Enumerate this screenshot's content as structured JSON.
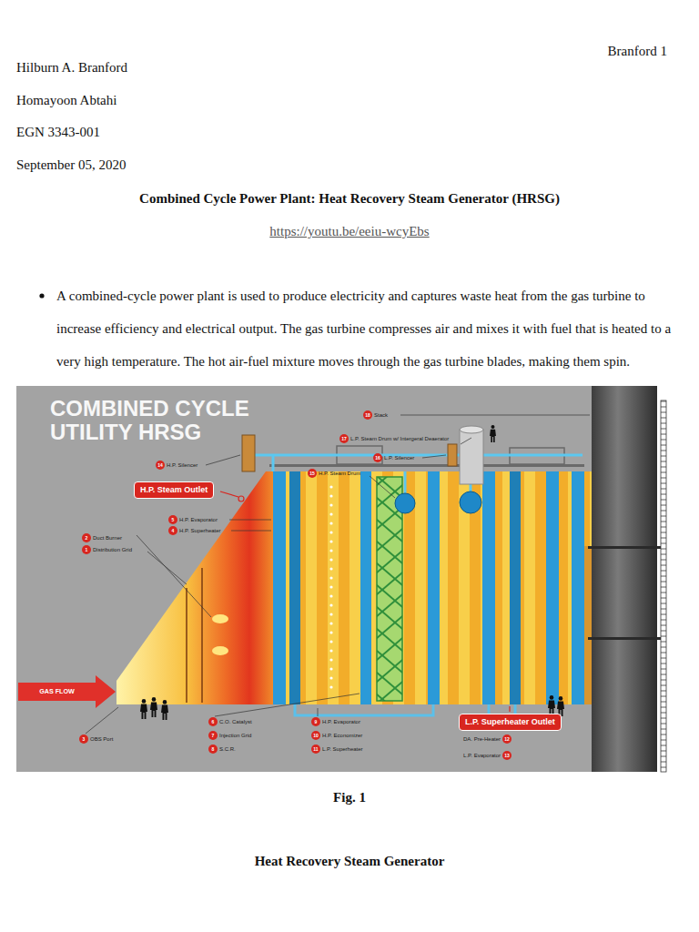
{
  "diagram": {
    "title": "Combined Cycle Power Plant: Heat Recovery Steam Generator (HRSG)",
    "caption": "Fig. 1",
    "nodes": [
      {
        "text": [
          "H.P. Steam Outlet"
        ]
      },
      {
        "text": [
          "GAS FLOW"
        ]
      },
      {
        "text": [
          "L.P. Superheater Outlet"
        ]
      }
    ],
    "labels": [
      "Branford 1",
      "Hilburn A. Branford",
      "Homayoon Abtahi",
      "EGN 3343-001",
      "September 05, 2020",
      "https://youtu.be/eeiu-wcyEbs",
      "A combined-cycle power plant is used to produce electricity and captures waste heat from the gas turbine to increase efficiency and electrical output. The gas turbine compresses air and mixes it with fuel that is heated to a very high temperature. The hot air-fuel mixture moves through the gas turbine blades, making them spin.",
      "COMBINED CYCLE UTILITY HRSG",
      "18",
      "Stack",
      "17",
      "L.P. Steam Drum w/ Intergeral Deaerator",
      "16",
      "L.P. Silencer",
      "14",
      "H.P. Silencer",
      "15",
      "H.P. Steam Drum",
      "5",
      "H.P. Evaporator",
      "4",
      "H.P. Superheater",
      "2",
      "Duct Burner",
      "1",
      "Distribution Grid",
      "6",
      "C.O. Catalyst",
      "9",
      "H.P. Evaporator",
      "7",
      "Injection Grid",
      "10",
      "H.P. Economizer",
      "DA. Pre-Heater",
      "12",
      "3",
      "OBS Port",
      "8",
      "S.C.R.",
      "11",
      "L.P. Superheater",
      "L.P. Evaporator",
      "13",
      "Heat Recovery Steam Generator"
    ]
  }
}
